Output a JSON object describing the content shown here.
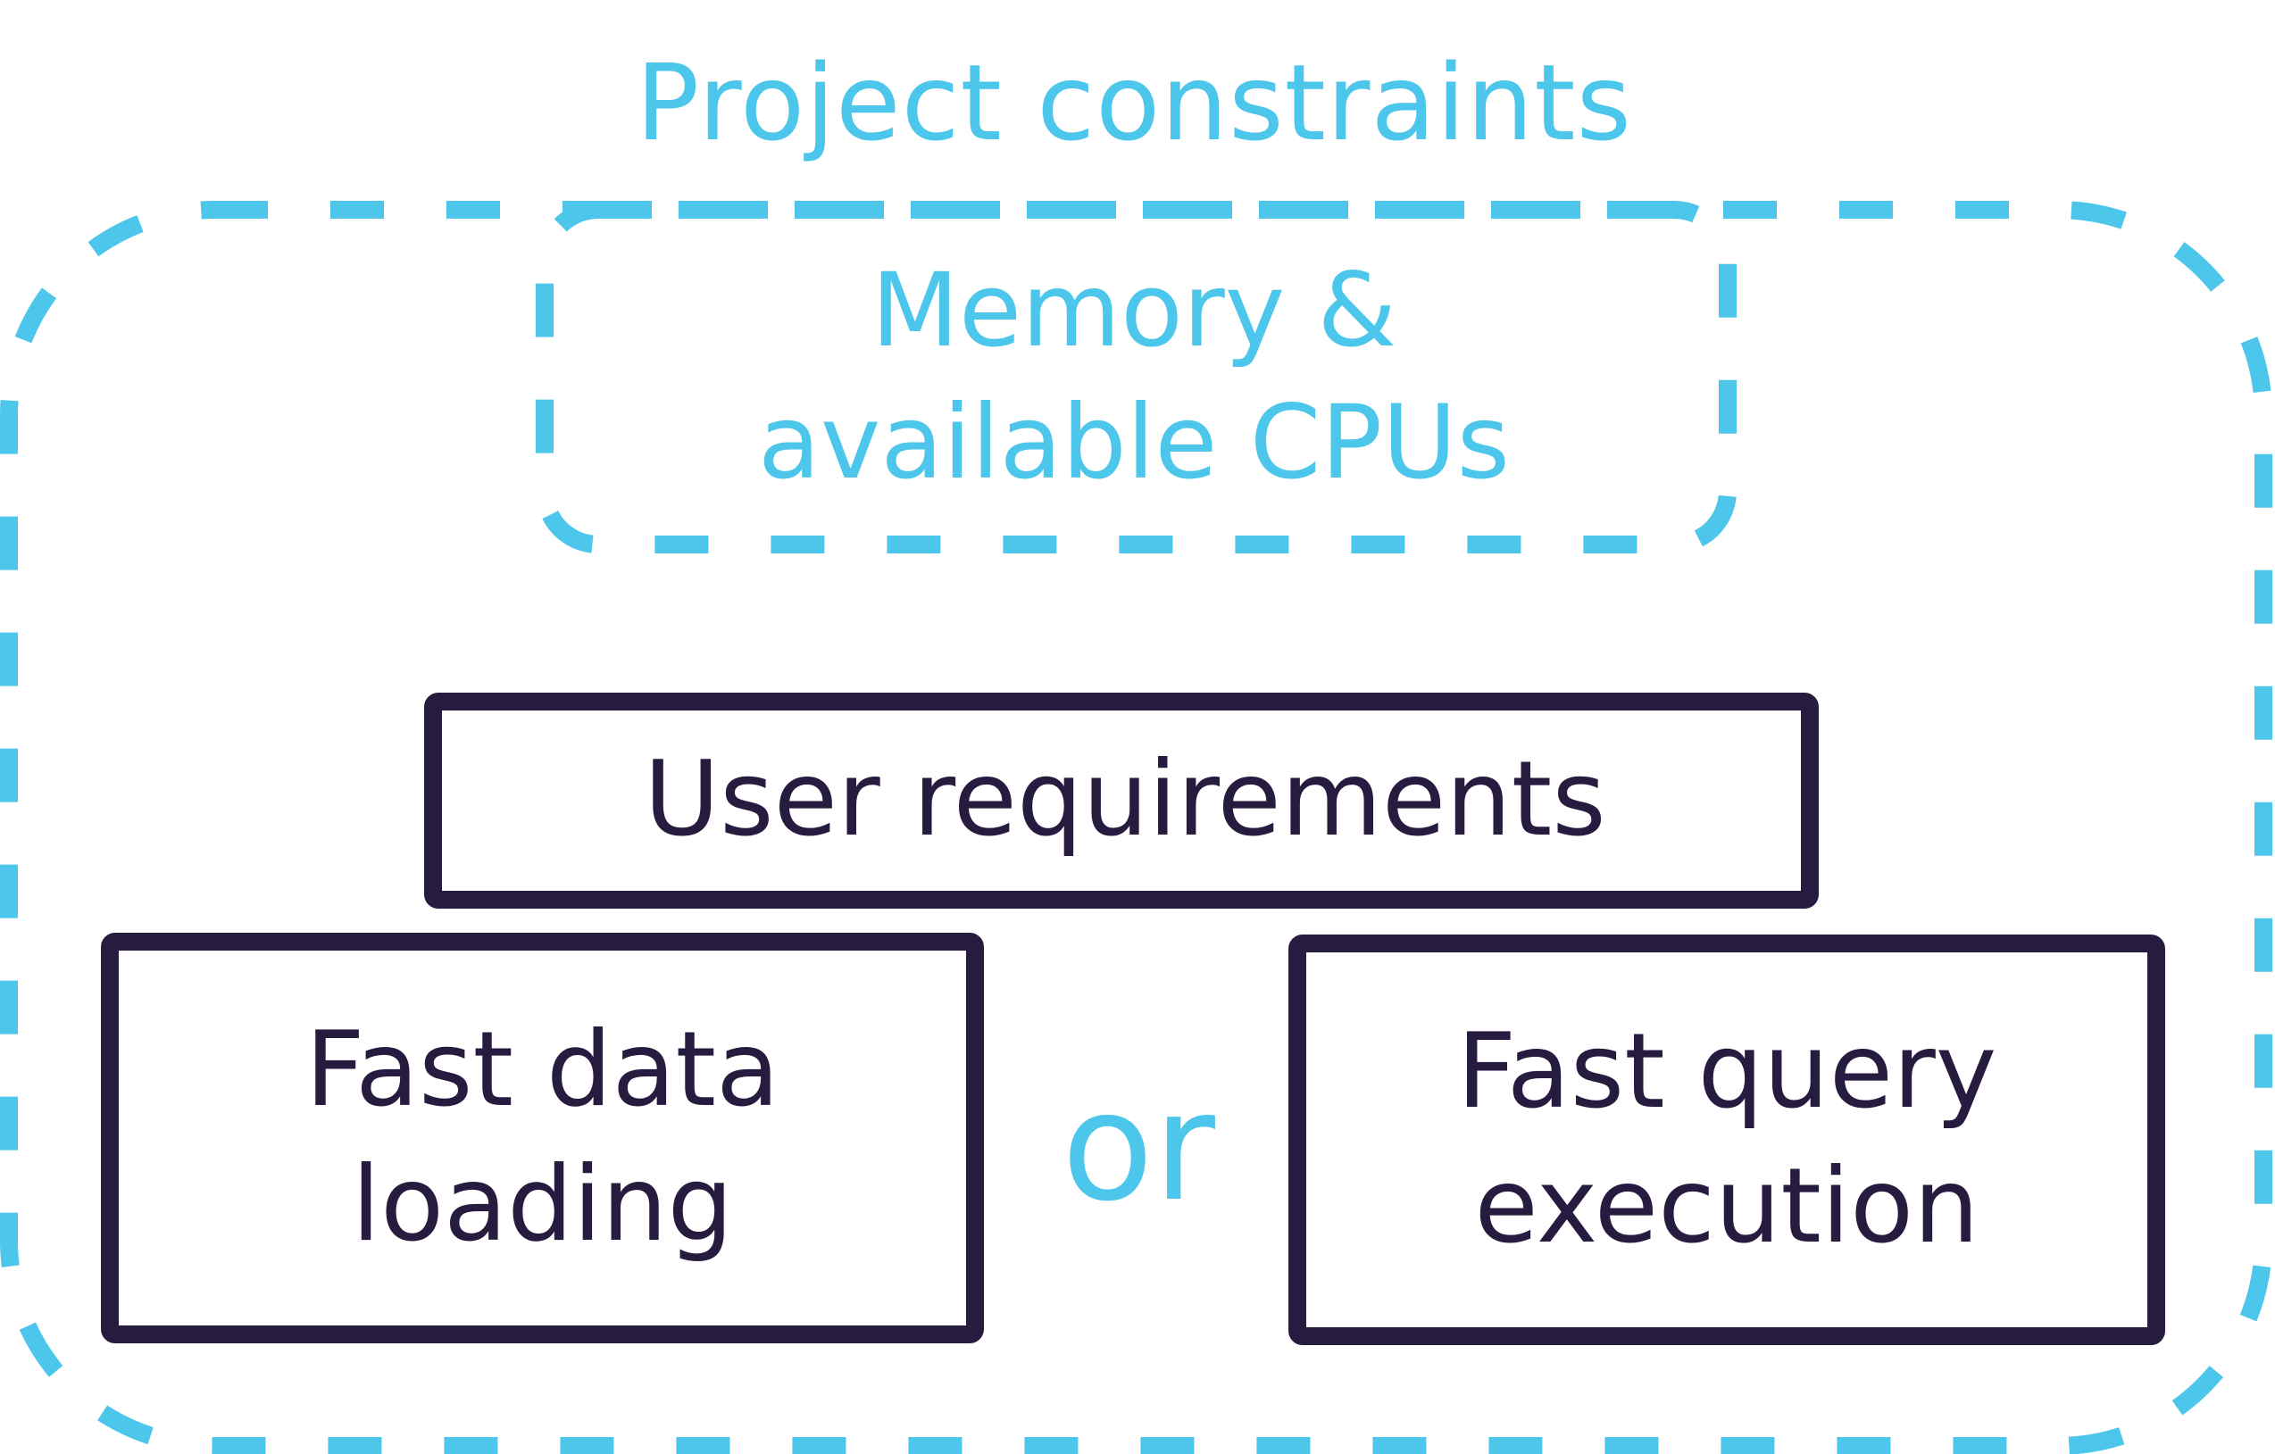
{
  "colors": {
    "constraint_blue": "#4cc6ea",
    "box_navy": "#271b3f",
    "background": "#ffffff"
  },
  "project_constraints": {
    "title": "Project constraints"
  },
  "hardware": {
    "line1": "Memory &",
    "line2": "available CPUs"
  },
  "user_requirements": {
    "label": "User requirements"
  },
  "options": {
    "fast_loading": {
      "line1": "Fast data",
      "line2": "loading"
    },
    "connector": "or",
    "fast_query": {
      "line1": "Fast query",
      "line2": "execution"
    }
  }
}
